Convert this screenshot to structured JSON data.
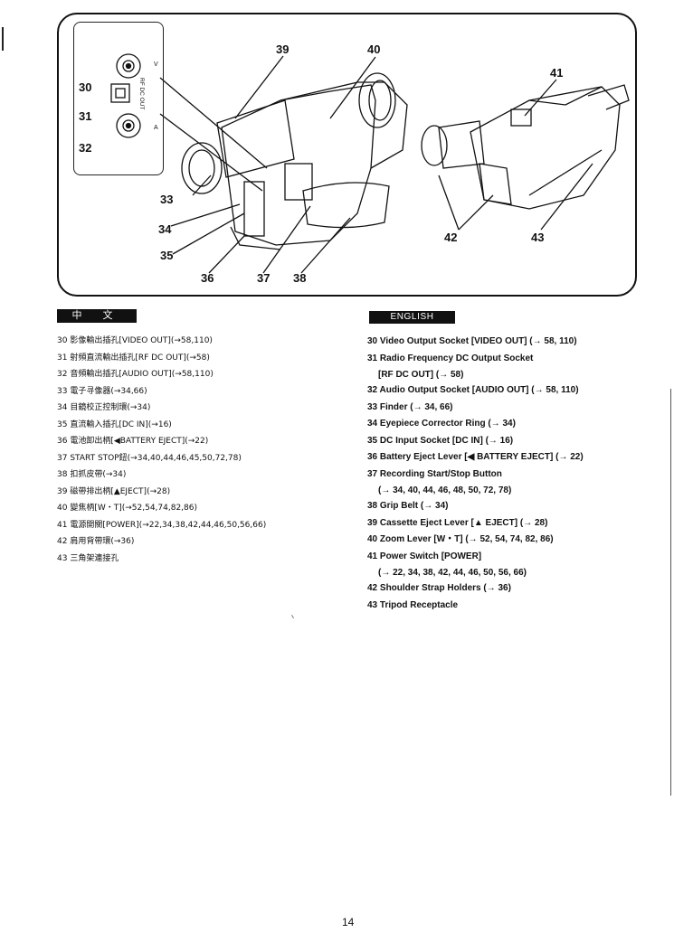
{
  "figure": {
    "callouts": [
      "30",
      "31",
      "32",
      "33",
      "34",
      "35",
      "36",
      "37",
      "38",
      "39",
      "40",
      "41",
      "42",
      "43"
    ],
    "inset_labels": {
      "video": "V",
      "audio": "A",
      "rf": "RF DC OUT"
    }
  },
  "chinese": {
    "heading": "中 文",
    "items": [
      "30 影像輸出插孔[VIDEO OUT](→58,110)",
      "31 射頻直流輸出插孔[RF DC OUT](→58)",
      "32 音頻輸出插孔[AUDIO OUT](→58,110)",
      "33 電子寻像器(→34,66)",
      "34 目鏡校正控制環(→34)",
      "35 直流輸入插孔[DC IN](→16)",
      "36 電池卸出柄[◀BATTERY EJECT](→22)",
      "37 START STOP鈕(→34,40,44,46,45,50,72,78)",
      "38 扣抓皮帶(→34)",
      "39 磁帶排出柄[▲EJECT](→28)",
      "40 變焦柄[W・T](→52,54,74,82,86)",
      "41 電源開關[POWER](→22,34,38,42,44,46,50,56,66)",
      "42 肩用背帶環(→36)",
      "43 三角架連接孔"
    ]
  },
  "english": {
    "heading": "ENGLISH",
    "items": [
      {
        "text": "30 Video Output Socket [VIDEO OUT] (→ 58, 110)"
      },
      {
        "text": "31 Radio Frequency DC Output Socket",
        "cont": "[RF DC OUT] (→ 58)"
      },
      {
        "text": "32 Audio Output Socket [AUDIO OUT] (→ 58, 110)"
      },
      {
        "text": "33 Finder (→ 34, 66)"
      },
      {
        "text": "34 Eyepiece Corrector Ring (→ 34)"
      },
      {
        "text": "35 DC Input Socket [DC IN] (→ 16)"
      },
      {
        "text": "36 Battery Eject Lever [◀ BATTERY EJECT] (→ 22)"
      },
      {
        "text": "37 Recording Start/Stop Button",
        "cont": "(→ 34, 40, 44, 46, 48, 50, 72, 78)"
      },
      {
        "text": "38 Grip Belt (→ 34)"
      },
      {
        "text": "39 Cassette Eject Lever [▲ EJECT] (→ 28)"
      },
      {
        "text": "40 Zoom Lever [W・T] (→ 52, 54, 74, 82, 86)"
      },
      {
        "text": "41 Power Switch [POWER]",
        "cont": "(→ 22, 34, 38, 42, 44, 46, 50, 56, 66)"
      },
      {
        "text": "42 Shoulder Strap Holders (→ 36)"
      },
      {
        "text": "43 Tripod Receptacle"
      }
    ]
  },
  "page_number": "14"
}
